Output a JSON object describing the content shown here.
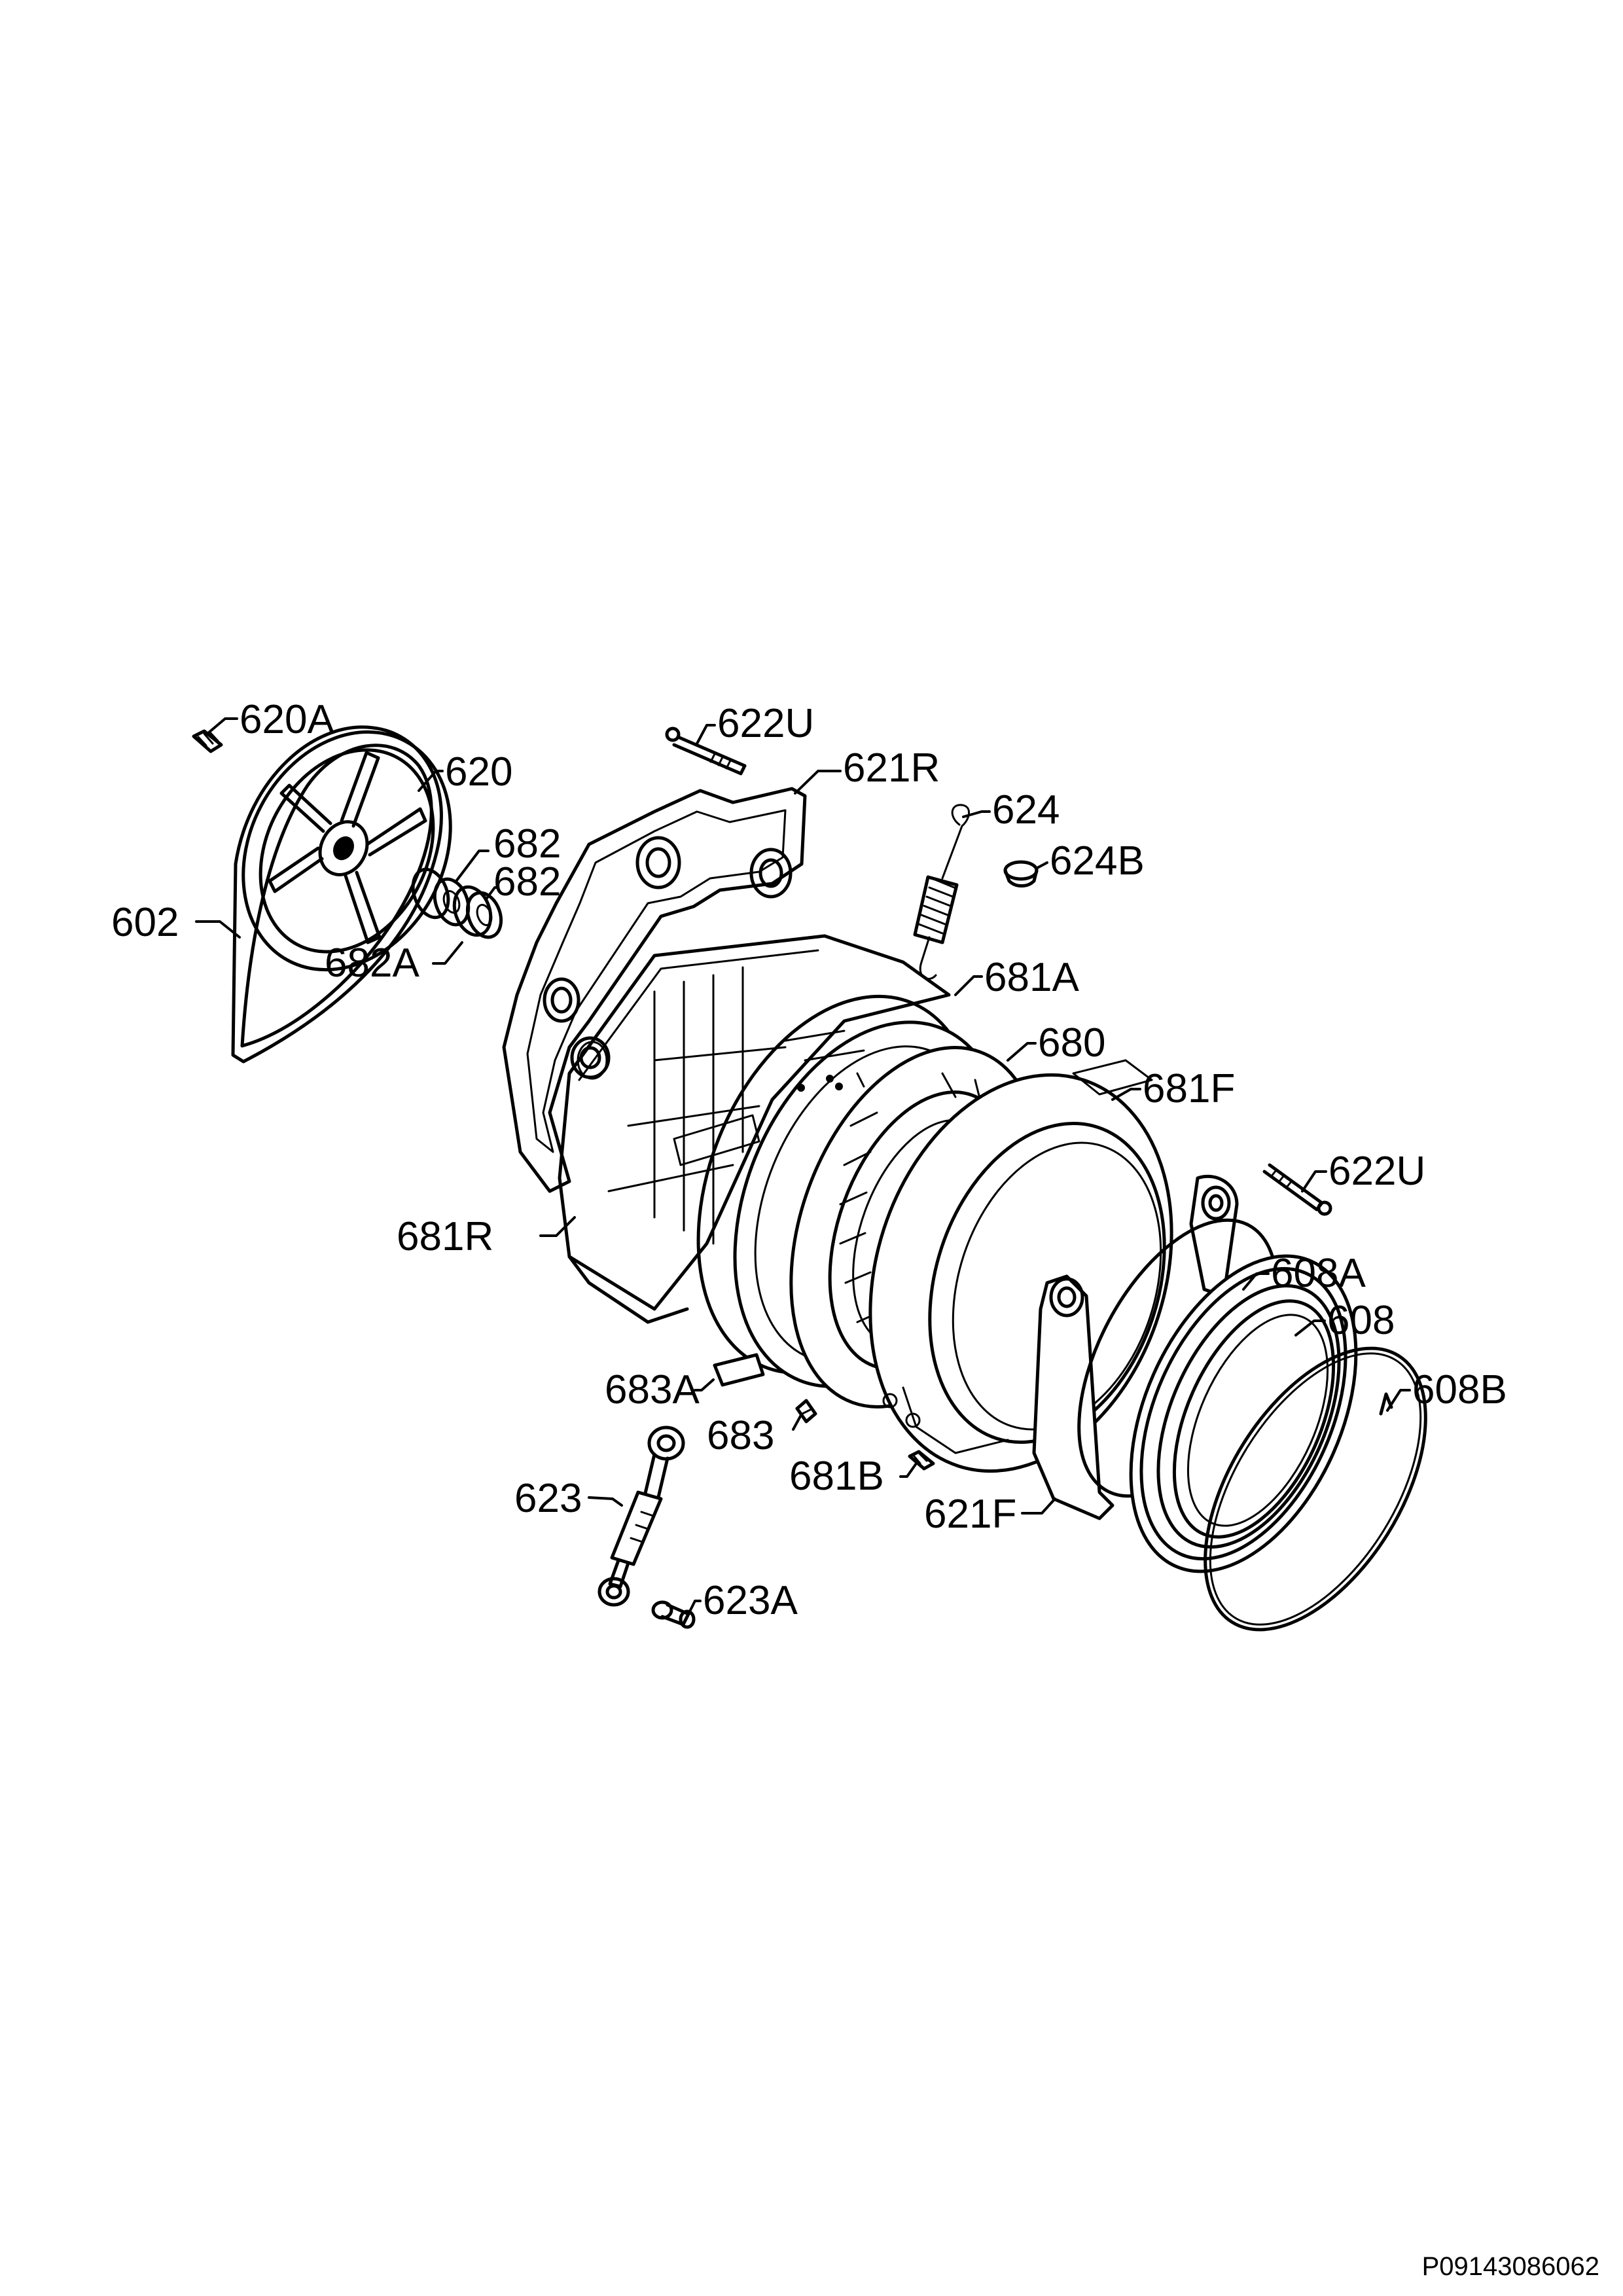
{
  "callouts": {
    "c620A": "620A",
    "c620": "620",
    "c602": "602",
    "c682a": "682",
    "c682b": "682",
    "c682A": "682A",
    "c622U_top": "622U",
    "c621R": "621R",
    "c624": "624",
    "c624B": "624B",
    "c681A": "681A",
    "c680": "680",
    "c681F": "681F",
    "c622U_right": "622U",
    "c681R": "681R",
    "c608A": "608A",
    "c608": "608",
    "c608B": "608B",
    "c683A": "683A",
    "c683": "683",
    "c681B": "681B",
    "c621F": "621F",
    "c623": "623",
    "c623A": "623A"
  },
  "document_reference": "P09143086062"
}
